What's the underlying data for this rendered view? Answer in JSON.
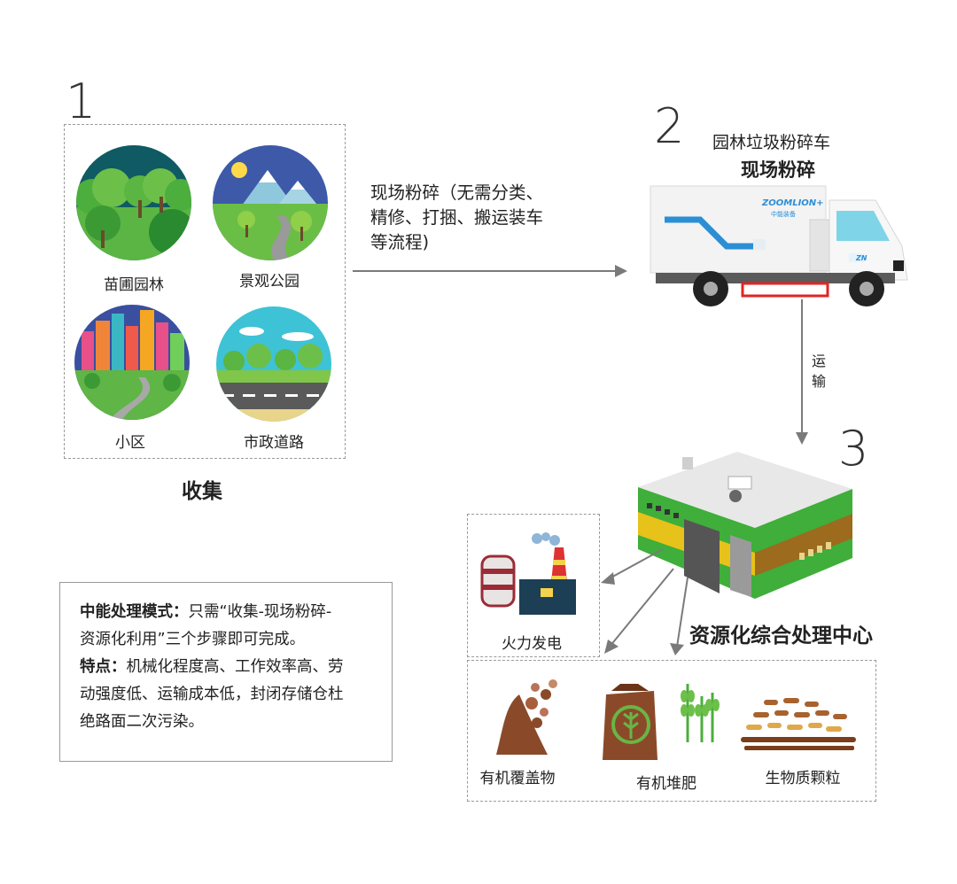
{
  "steps": {
    "one": "1",
    "two": "2",
    "three": "3"
  },
  "collect": {
    "title": "收集",
    "items": [
      "苗圃园林",
      "景观公园",
      "小区",
      "市政道路"
    ]
  },
  "crush": {
    "arrow_text": [
      "现场粉碎（无需分类、",
      "精修、打捆、搬运装车",
      "等流程)"
    ],
    "truck_label": "园林垃圾粉碎车",
    "truck_title": "现场粉碎",
    "truck_brand": "ZOOMLION+",
    "truck_brand_sub": "中能装备",
    "truck_cab_logo": "ZN"
  },
  "transport": {
    "label": [
      "运",
      "输"
    ]
  },
  "center": {
    "title": "资源化综合处理中心",
    "outputs": [
      "火力发电",
      "有机覆盖物",
      "有机堆肥",
      "生物质颗粒"
    ]
  },
  "note": {
    "mode_label": "中能处理模式：",
    "mode_text_1": "只需“收集-现场粉碎-",
    "mode_text_2": "资源化利用”三个步骤即可完成。",
    "feature_label": "特点：",
    "feature_text_1": "机械化程度高、工作效率高、劳",
    "feature_text_2": "动强度低、运输成本低，封闭存储仓杜",
    "feature_text_3": "绝路面二次污染。"
  },
  "colors": {
    "green": "#4cae3c",
    "dark_green": "#1f7a3a",
    "blue": "#2b8fd6",
    "red": "#e02424",
    "arrow": "#7a7a7a",
    "building_green": "#3fae3a",
    "building_yellow": "#e6c21a"
  }
}
